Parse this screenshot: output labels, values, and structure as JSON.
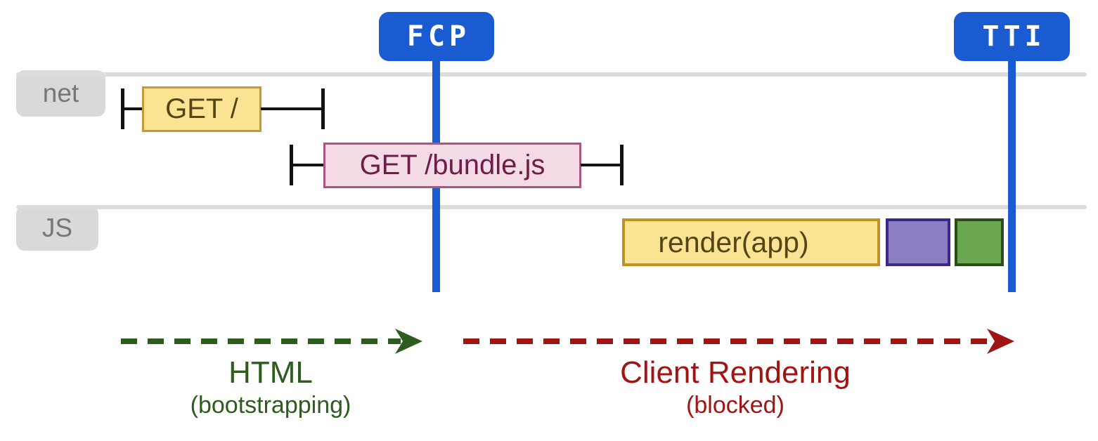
{
  "markers": {
    "fcp": {
      "label": "FCP"
    },
    "tti": {
      "label": "TTI"
    }
  },
  "lanes": {
    "net": {
      "label": "net"
    },
    "js": {
      "label": "JS"
    }
  },
  "network_requests": {
    "get_root": {
      "label": "GET /"
    },
    "get_bundle": {
      "label": "GET /bundle.js"
    }
  },
  "js_tasks": {
    "render": {
      "label": "render(app)"
    },
    "purple_task": {
      "label": ""
    },
    "green_task": {
      "label": ""
    }
  },
  "phases": {
    "html": {
      "label": "HTML",
      "sublabel": "(bootstrapping)"
    },
    "client": {
      "label": "Client Rendering",
      "sublabel": "(blocked)"
    }
  },
  "colors": {
    "marker_blue": "#1a5bd2",
    "lane_gray": "#dcdcdc",
    "tab_gray": "#d9d9d9",
    "tab_text_gray": "#777777",
    "task_yellow_fill": "#fbe394",
    "task_yellow_border": "#bf9222",
    "request_pink_fill": "#f3dae4",
    "request_pink_border": "#ab5480",
    "task_purple_fill": "#8d7dc2",
    "task_purple_border": "#39288c",
    "task_green_fill": "#6ba650",
    "task_green_border": "#2c4d17",
    "phase_html_green": "#2e5b1e",
    "phase_client_red": "#a01414",
    "whisker_black": "#111111"
  }
}
